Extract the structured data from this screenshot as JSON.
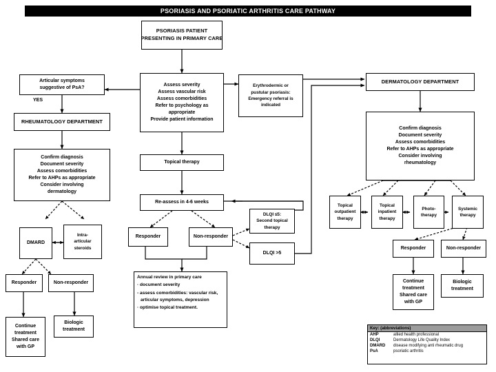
{
  "title": "PSORIASIS AND PSORIATIC ARTHRITIS CARE PATHWAY",
  "nodes": {
    "start": {
      "l1": "PSORIASIS PATIENT",
      "l2": "PRESENTING IN PRIMARY CARE"
    },
    "articular": {
      "l1": "Articular symptoms",
      "l2": "suggestive of PsA?"
    },
    "yes_label": "YES",
    "rheum_dept": {
      "l1": "RHEUMATOLOGY DEPARTMENT"
    },
    "rheum_actions": {
      "l1": "Confirm diagnosis",
      "l2": "Document severity",
      "l3": "Assess comorbidities",
      "l4": "Refer to AHPs as appropriate",
      "l5": "Consider involving",
      "l6": "dermatology"
    },
    "dmard": {
      "l1": "DMARD"
    },
    "intra_articular": {
      "l1": "Intra-",
      "l2": "articular",
      "l3": "steroids"
    },
    "rheum_responder": {
      "l1": "Responder"
    },
    "rheum_non_responder": {
      "l1": "Non-responder"
    },
    "rheum_continue": {
      "l1": "Continue",
      "l2": "treatment",
      "l3": "Shared care",
      "l4": "with GP"
    },
    "rheum_biologic": {
      "l1": "Biologic",
      "l2": "treatment"
    },
    "assess": {
      "l1": "Assess severity",
      "l2": "Assess vascular risk",
      "l3": "Assess comorbidities",
      "l4": "Refer to psychology as",
      "l5": "appropriate",
      "l6": "Provide patient information"
    },
    "topical": {
      "l1": "Topical therapy"
    },
    "reassess": {
      "l1": "Re-assess in 4-6 weeks"
    },
    "responder": {
      "l1": "Responder"
    },
    "non_responder": {
      "l1": "Non-responder"
    },
    "dlqi_low": {
      "l1": "DLQI ≤5:",
      "l2": "Second topical",
      "l3": "therapy"
    },
    "dlqi_high": {
      "l1": "DLQI >5"
    },
    "annual_review": {
      "title": "Annual review in primary care",
      "items": [
        "· document severity",
        "- assess comorbidities: vascular risk, articular symptoms, depression",
        "· optimise topical treatment."
      ]
    },
    "erythrodermic": {
      "l1": "Erythrodermic or",
      "l2": "pustular psoriasis:",
      "l3": "Emergency referral is",
      "l4": "indicated"
    },
    "derm_dept": {
      "l1": "DERMATOLOGY DEPARTMENT"
    },
    "derm_actions": {
      "l1": "Confirm diagnosis",
      "l2": "Document severity",
      "l3": "Assess comorbidities",
      "l4": "Refer to AHPs as appropriate",
      "l5": "Consider involving",
      "l6": "rheumatology"
    },
    "topical_outpatient": {
      "l1": "Topical",
      "l2": "outpatient",
      "l3": "therapy"
    },
    "topical_inpatient": {
      "l1": "Topical",
      "l2": "inpatient",
      "l3": "therapy"
    },
    "phototherapy": {
      "l1": "Photo-",
      "l2": "therapy"
    },
    "systemic": {
      "l1": "Systemic",
      "l2": "therapy"
    },
    "derm_responder": {
      "l1": "Responder"
    },
    "derm_non_responder": {
      "l1": "Non-responder"
    },
    "derm_continue": {
      "l1": "Continue",
      "l2": "treatment",
      "l3": "Shared care",
      "l4": "with GP"
    },
    "derm_biologic": {
      "l1": "Biologic",
      "l2": "treatment"
    }
  },
  "key": {
    "header": "Key: (abbreviations)",
    "rows": [
      {
        "abbr": "AHP",
        "def": "allied health professional"
      },
      {
        "abbr": "DLQI",
        "def": "Dermatology Life Quality Index"
      },
      {
        "abbr": "DMARD",
        "def": "disease modifying anti rheumatic drug"
      },
      {
        "abbr": "PsA",
        "def": "psoriatic arthritis"
      }
    ]
  },
  "colors": {
    "title_bar_bg": "#000000",
    "title_bar_text": "#ffffff",
    "key_header_bg": "#9c9c9c",
    "line": "#000000",
    "node_bg": "#ffffff"
  }
}
